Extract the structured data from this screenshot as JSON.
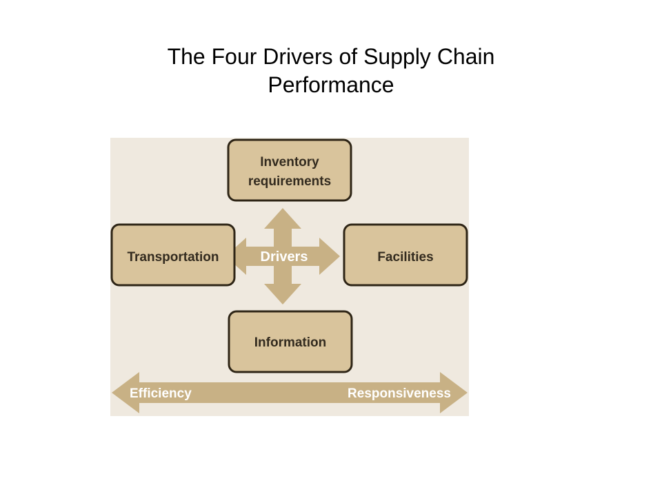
{
  "title": {
    "line1": "The Four Drivers of Supply Chain",
    "line2": "Performance"
  },
  "diagram": {
    "center_label": "Drivers",
    "boxes": {
      "top": [
        "Inventory",
        "requirements"
      ],
      "left": "Transportation",
      "right": "Facilities",
      "bottom": "Information"
    },
    "spectrum": {
      "left_label": "Efficiency",
      "right_label": "Responsiveness"
    },
    "colors": {
      "panel_background": "#efe9df",
      "box_fill": "#d9c49c",
      "box_border": "#2e2516",
      "arrow_fill": "#c8b185",
      "arrow_text": "#ffffff"
    }
  }
}
